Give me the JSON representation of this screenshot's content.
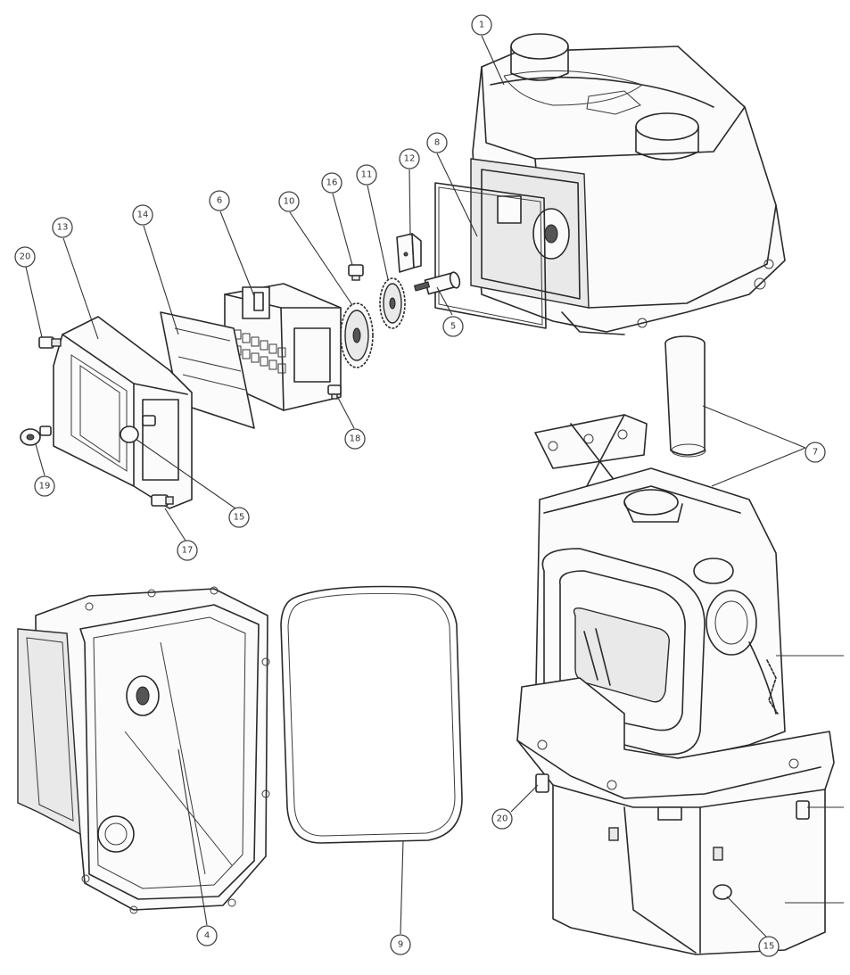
{
  "callouts": [
    {
      "id": "c1",
      "label": "1"
    },
    {
      "id": "c8",
      "label": "8"
    },
    {
      "id": "c12",
      "label": "12"
    },
    {
      "id": "c11",
      "label": "11"
    },
    {
      "id": "c16",
      "label": "16"
    },
    {
      "id": "c10",
      "label": "10"
    },
    {
      "id": "c6",
      "label": "6"
    },
    {
      "id": "c14",
      "label": "14"
    },
    {
      "id": "c13",
      "label": "13"
    },
    {
      "id": "c20a",
      "label": "20"
    },
    {
      "id": "c5",
      "label": "5"
    },
    {
      "id": "c18",
      "label": "18"
    },
    {
      "id": "c19",
      "label": "19"
    },
    {
      "id": "c15a",
      "label": "15"
    },
    {
      "id": "c17",
      "label": "17"
    },
    {
      "id": "c7",
      "label": "7"
    },
    {
      "id": "c4",
      "label": "4"
    },
    {
      "id": "c9",
      "label": "9"
    },
    {
      "id": "c20b",
      "label": "20"
    },
    {
      "id": "c15b",
      "label": "15"
    }
  ]
}
